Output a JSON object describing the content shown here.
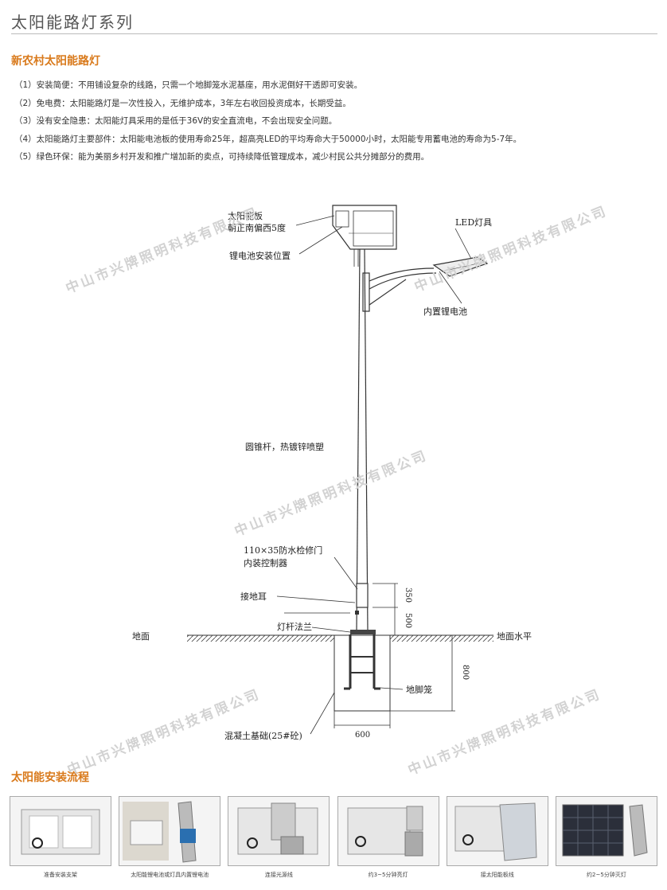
{
  "header": {
    "title": "太阳能路灯系列"
  },
  "section1": {
    "title": "新农村太阳能路灯",
    "features": [
      "（1）安装简便：不用铺设复杂的线路，只需一个地脚笼水泥基座，用水泥倒好干透即可安装。",
      "（2）免电费：太阳能路灯是一次性投入，无维护成本，3年左右收回投资成本，长期受益。",
      "（3）没有安全隐患：太阳能灯具采用的是低于36V的安全直流电，不会出现安全问题。",
      "（4）太阳能路灯主要部件：太阳能电池板的使用寿命25年，超高亮LED的平均寿命大于50000小时，太阳能专用蓄电池的寿命为5-7年。",
      "（5）绿色环保：能为美丽乡村开发和推广增加新的卖点，可持续降低管理成本，减少村民公共分摊部分的费用。"
    ]
  },
  "diagram": {
    "labels": {
      "panel_1": "太阳能板",
      "panel_2": "朝正南偏西5度",
      "battery_position": "锂电池安装位置",
      "led_fixture": "LED灯具",
      "builtin_battery": "内置锂电池",
      "pole": "圆锥杆，热镀锌喷塑",
      "door_1": "110×35防水检修门",
      "door_2": "内装控制器",
      "ground_ear": "接地耳",
      "flange": "灯杆法兰",
      "ground_left": "地面",
      "ground_right": "地面水平",
      "anchor_cage": "地脚笼",
      "foundation": "混凝土基础(25#砼)",
      "dim_350": "350",
      "dim_500": "500",
      "dim_800": "800",
      "dim_600": "600"
    }
  },
  "section2": {
    "title": "太阳能安装流程",
    "steps": [
      {
        "caption": "准备安装支架"
      },
      {
        "caption": "太阳能锂电池或灯具内置锂电池"
      },
      {
        "caption": "连接光源线"
      },
      {
        "caption": "约3~5分钟亮灯"
      },
      {
        "caption": "接太阳能板线"
      },
      {
        "caption": "约2~5分钟灭灯"
      }
    ]
  },
  "watermark": {
    "text": "中山市兴牌照明科技有限公司"
  },
  "colors": {
    "accent": "#d97a1c",
    "text": "#333333",
    "watermark": "#d2d2d2"
  }
}
